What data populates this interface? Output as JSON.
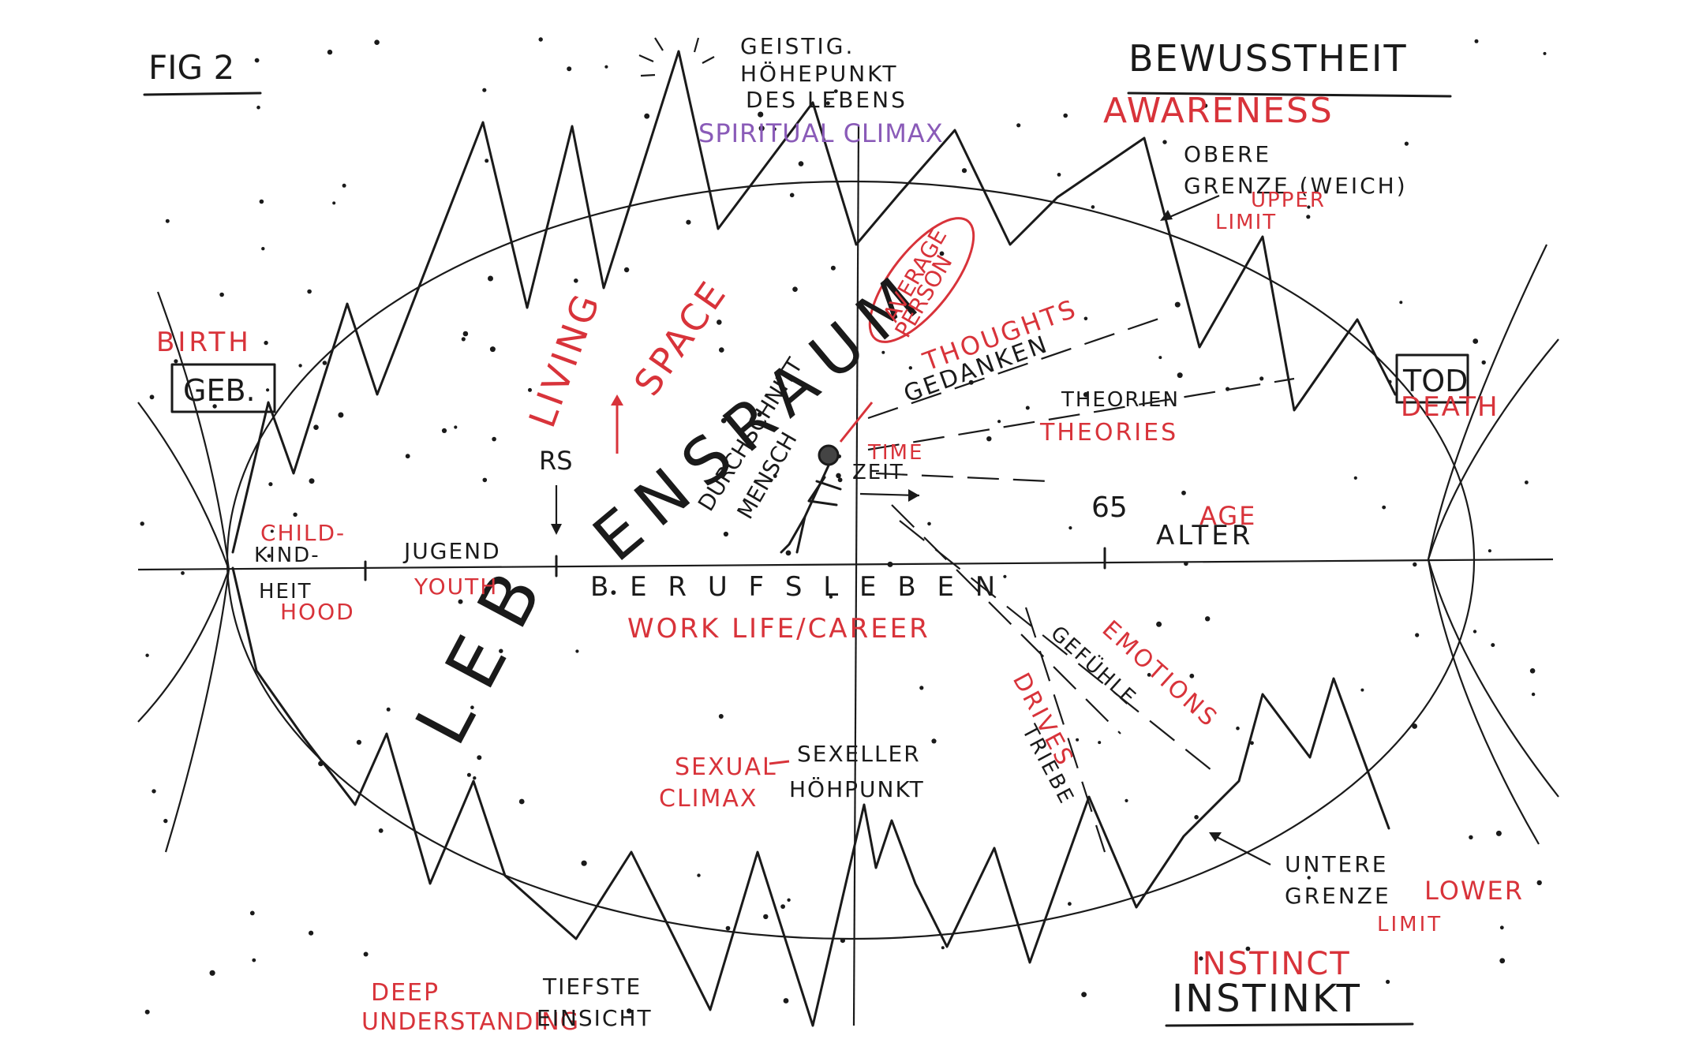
{
  "figure_label": "FIG 2",
  "top_right": {
    "de": "BEWUSSTHEIT",
    "en": "AWARENESS"
  },
  "bottom_right": {
    "de": "INSTINKT",
    "en": "INSTINCT"
  },
  "peak": {
    "de_line1": "GEISTIG.",
    "de_line2": "HÖHEPUNKT",
    "de_line3": "DES LEBENS",
    "en": "SPIRITUAL CLIMAX"
  },
  "upper_limit": {
    "de_line1": "OBERE",
    "de_line2": "GRENZE (WEICH)",
    "en_line1": "UPPER",
    "en_line2": "LIMIT"
  },
  "lower_limit": {
    "de_line1": "UNTERE",
    "de_line2": "GRENZE",
    "en_line1": "LOWER",
    "en_line2": "LIMIT"
  },
  "birth": {
    "de": "GEB.",
    "en": "BIRTH"
  },
  "death": {
    "de": "TOD",
    "en": "DEATH"
  },
  "living_space": {
    "en_line1": "LIVING",
    "en_line2": "SPACE",
    "de_part1": "LEB",
    "de_part2": "ENSRAUM"
  },
  "average_person": {
    "en_line1": "AVERAGE",
    "en_line2": "PERSON",
    "de_line1": "DURCHSCHNITT",
    "de_line2": "MENSCH"
  },
  "thoughts": {
    "en": "THOUGHTS",
    "de": "GEDANKEN"
  },
  "theories": {
    "de": "THEORIEN",
    "en": "THEORIES"
  },
  "time": {
    "en": "TIME",
    "de": "ZEIT"
  },
  "rs_label": "RS",
  "age_marker": "65",
  "age": {
    "en": "AGE",
    "de": "ALTER"
  },
  "childhood": {
    "en_line1": "CHILD-",
    "de_line1": "KIND-",
    "de_line2": "HEIT",
    "en_line2": "HOOD"
  },
  "youth": {
    "de": "JUGEND",
    "en": "YOUTH"
  },
  "work_life": {
    "de": "B E R U F S L E B E N",
    "en": "WORK LIFE/CAREER"
  },
  "emotions": {
    "en": "EMOTIONS",
    "de": "GEFÜHLE"
  },
  "drives": {
    "en": "DRIVES",
    "de": "TRIEBE"
  },
  "sexual_climax": {
    "en_line1": "SEXUAL",
    "en_line2": "CLIMAX",
    "de_line1": "SEXELLER",
    "de_line2": "HÖHPUNKT"
  },
  "deep_understanding": {
    "en_line1": "DEEP",
    "en_line2": "UNDERSTANDING",
    "de_line1": "TIEFSTE",
    "de_line2": "EINSICHT"
  },
  "colors": {
    "ink": "#1a1a1a",
    "red": "#d8333a",
    "purple": "#8a5bb8"
  }
}
